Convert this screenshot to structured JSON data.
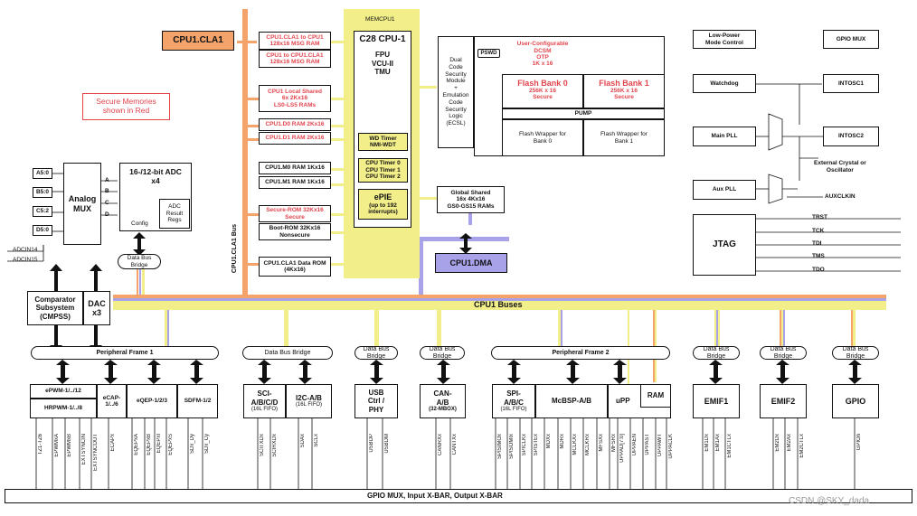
{
  "cla": {
    "title": "CPU1.CLA1",
    "bus_label": "CPU1.CLA1 Bus",
    "msg_ram_1": "CPU1.CLA1 to CPU1\n128x16 MSG RAM",
    "msg_ram_2": "CPU1 to CPU1.CLA1\n128x16 MSG RAM",
    "ls_ram": "CPU1 Local Shared\n6x 2Kx16\nLS0-LS5 RAMs",
    "d0_ram": "CPU1.D0 RAM 2Kx16",
    "d1_ram": "CPU1.D1 RAM 2Kx16",
    "m0_ram": "CPU1.M0 RAM 1Kx16",
    "m1_ram": "CPU1.M1 RAM 1Kx16",
    "secure_rom": "Secure-ROM 32Kx16\nSecure",
    "boot_rom": "Boot-ROM 32Kx16\nNonsecure",
    "data_rom": "CPU1.CLA1 Data ROM\n(4Kx16)"
  },
  "legend_secure": "Secure Memories\nshown in Red",
  "cpu": {
    "imem_label": "MEMCPU1",
    "title": "C28 CPU-1",
    "sub": "FPU\nVCU-II\nTMU",
    "wd_timer": "WD Timer\nNMI-WDT",
    "timers": "CPU Timer 0\nCPU Timer 1\nCPU Timer 2",
    "epie_title": "ePIE",
    "epie_sub": "(up to 192\ninterrupts)"
  },
  "security": {
    "dcsm": "Dual\nCode\nSecurity\nModule\n+\nEmulation\nCode\nSecurity\nLogic\n(ECSL)",
    "pswd": "PSWD",
    "user_cfg": "User-Configurable\nDCSM\nOTP\n1K x 16",
    "bank0_title": "Flash Bank 0",
    "bank0_sub": "256K x 16\nSecure",
    "bank1_title": "Flash Bank 1",
    "bank1_sub": "256K x 16\nSecure",
    "pump": "PUMP",
    "wrap0": "Flash Wrapper for\nBank 0",
    "wrap1": "Flash Wrapper for\nBank 1"
  },
  "global_shared": "Global Shared\n16x 4Kx16\nGS0-GS15 RAMs",
  "dma": "CPU1.DMA",
  "adc": {
    "inputs": [
      "A5:0",
      "B5:0",
      "C5:2",
      "D5:0"
    ],
    "extra": [
      "ADCIN14",
      "ADCIN15"
    ],
    "mux": "Analog\nMUX",
    "title": "16-/12-bit ADC\nx4",
    "ports": [
      "A",
      "B",
      "C",
      "D"
    ],
    "config": "Config",
    "result": "ADC\nResult\nRegs",
    "bridge": "Data Bus\nBridge"
  },
  "comparator": "Comparator\nSubsystem\n(CMPSS)",
  "dac": "DAC\nx3",
  "clocks": {
    "low_power": "Low-Power\nMode Control",
    "gpio_mux": "GPIO MUX",
    "watchdog": "Watchdog",
    "intosc1": "INTOSC1",
    "main_pll": "Main PLL",
    "intosc2": "INTOSC2",
    "ext_xtal": "External Crystal or\nOscillator",
    "aux_pll": "Aux PLL",
    "auxclkin": "AUXCLKIN"
  },
  "jtag": {
    "title": "JTAG",
    "pins": [
      "TRST",
      "TCK",
      "TDI",
      "TMS",
      "TDO"
    ]
  },
  "cpu1_buses": "CPU1 Buses",
  "peripherals": {
    "frame1": "Peripheral Frame 1",
    "frame2": "Peripheral Frame 2",
    "bridge": "Data Bus Bridge",
    "bridge2": "Data Bus\nBridge",
    "epwm": "ePWM-1/../12",
    "hrpwm": "HRPWM-1/../8",
    "ecap": "eCAP-\n1/../6",
    "eqep": "eQEP-1/2/3",
    "sdfm": "SDFM-1/2",
    "sci_title": "SCI-\nA/B/C/D",
    "sci_sub": "(16L FIFO)",
    "i2c_title": "I2C-A/B",
    "i2c_sub": "(16L FIFO)",
    "usb": "USB\nCtrl /\nPHY",
    "can_title": "CAN-\nA/B",
    "can_sub": "(32-MBOX)",
    "spi_title": "SPI-\nA/B/C",
    "spi_sub": "(16L FIFO)",
    "mcbsp": "McBSP-A/B",
    "upp": "uPP",
    "ram": "RAM",
    "emif1": "EMIF1",
    "emif2": "EMIF2",
    "gpio": "GPIO"
  },
  "signals": [
    "TZ1-TZ6",
    "EPWMxA",
    "EPWMxB",
    "EXTSYNCIN",
    "EXTSYNCOUT",
    "ECAPx",
    "EQEPxA",
    "EQEPxB",
    "EQEPxI",
    "EQEPxS",
    "SDx_Dy",
    "SDx_Cy",
    "SCITXDx",
    "SCIRXDx",
    "SDAx",
    "SCLx",
    "USBDP",
    "USBDM",
    "CANRXx",
    "CANTXx",
    "SPISIMOx",
    "SPISOMIx",
    "SPICLKx",
    "SPISTEx",
    "MDXx",
    "MDRx",
    "MCLKXx",
    "MCLKRx",
    "MFSXx",
    "MFSRx",
    "UPPAD[7:0]",
    "UPPAEN",
    "UPPAST",
    "UPPAWT",
    "UPPACLK",
    "EM1Dx",
    "EM1Ax",
    "EM1CTLx",
    "EM2Dx",
    "EM2Ax",
    "EM2CTLx",
    "GPIOn"
  ],
  "gpio_bar": "GPIO MUX, Input X-BAR, Output X-BAR",
  "watermark": "CSDN @SKY_dada"
}
